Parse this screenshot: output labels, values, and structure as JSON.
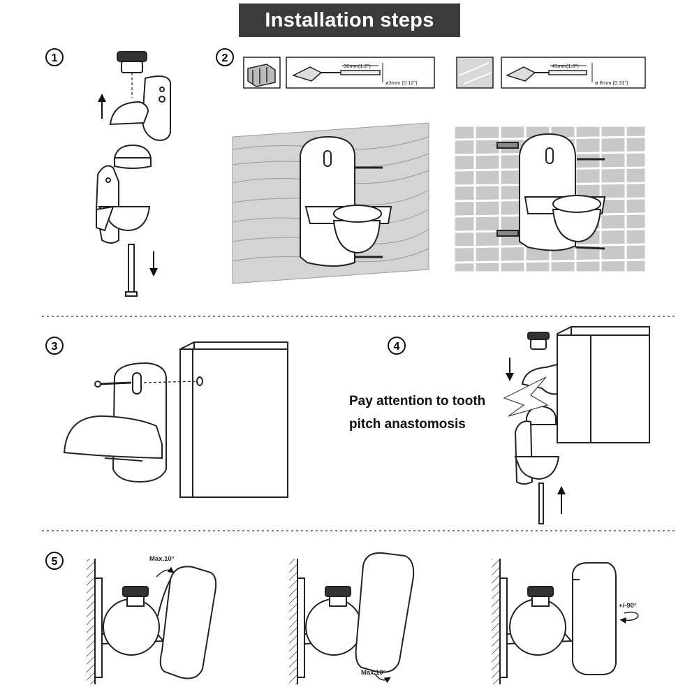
{
  "title": "Installation steps",
  "steps": [
    {
      "number": "1"
    },
    {
      "number": "2",
      "wood_hole": {
        "depth": "30mm(1.2\")",
        "diameter": "ø3mm (0.12\")"
      },
      "brick_hole": {
        "depth": "45mm(1.8\")",
        "diameter": "ø 8mm (0.31\")"
      }
    },
    {
      "number": "3"
    },
    {
      "number": "4",
      "note_line1": "Pay attention to tooth",
      "note_line2": "pitch anastomosis"
    },
    {
      "number": "5",
      "tilt_up_label": "Max.10°",
      "tilt_down_label": "Max.10°",
      "rotate_label": "+/-90°"
    }
  ],
  "colors": {
    "title_bg": "#3b3b3b",
    "title_text": "#ffffff",
    "line": "#222222",
    "wall_fill": "#d4d4d4",
    "brick_fill": "#c8c8c8",
    "divider": "#555555"
  }
}
